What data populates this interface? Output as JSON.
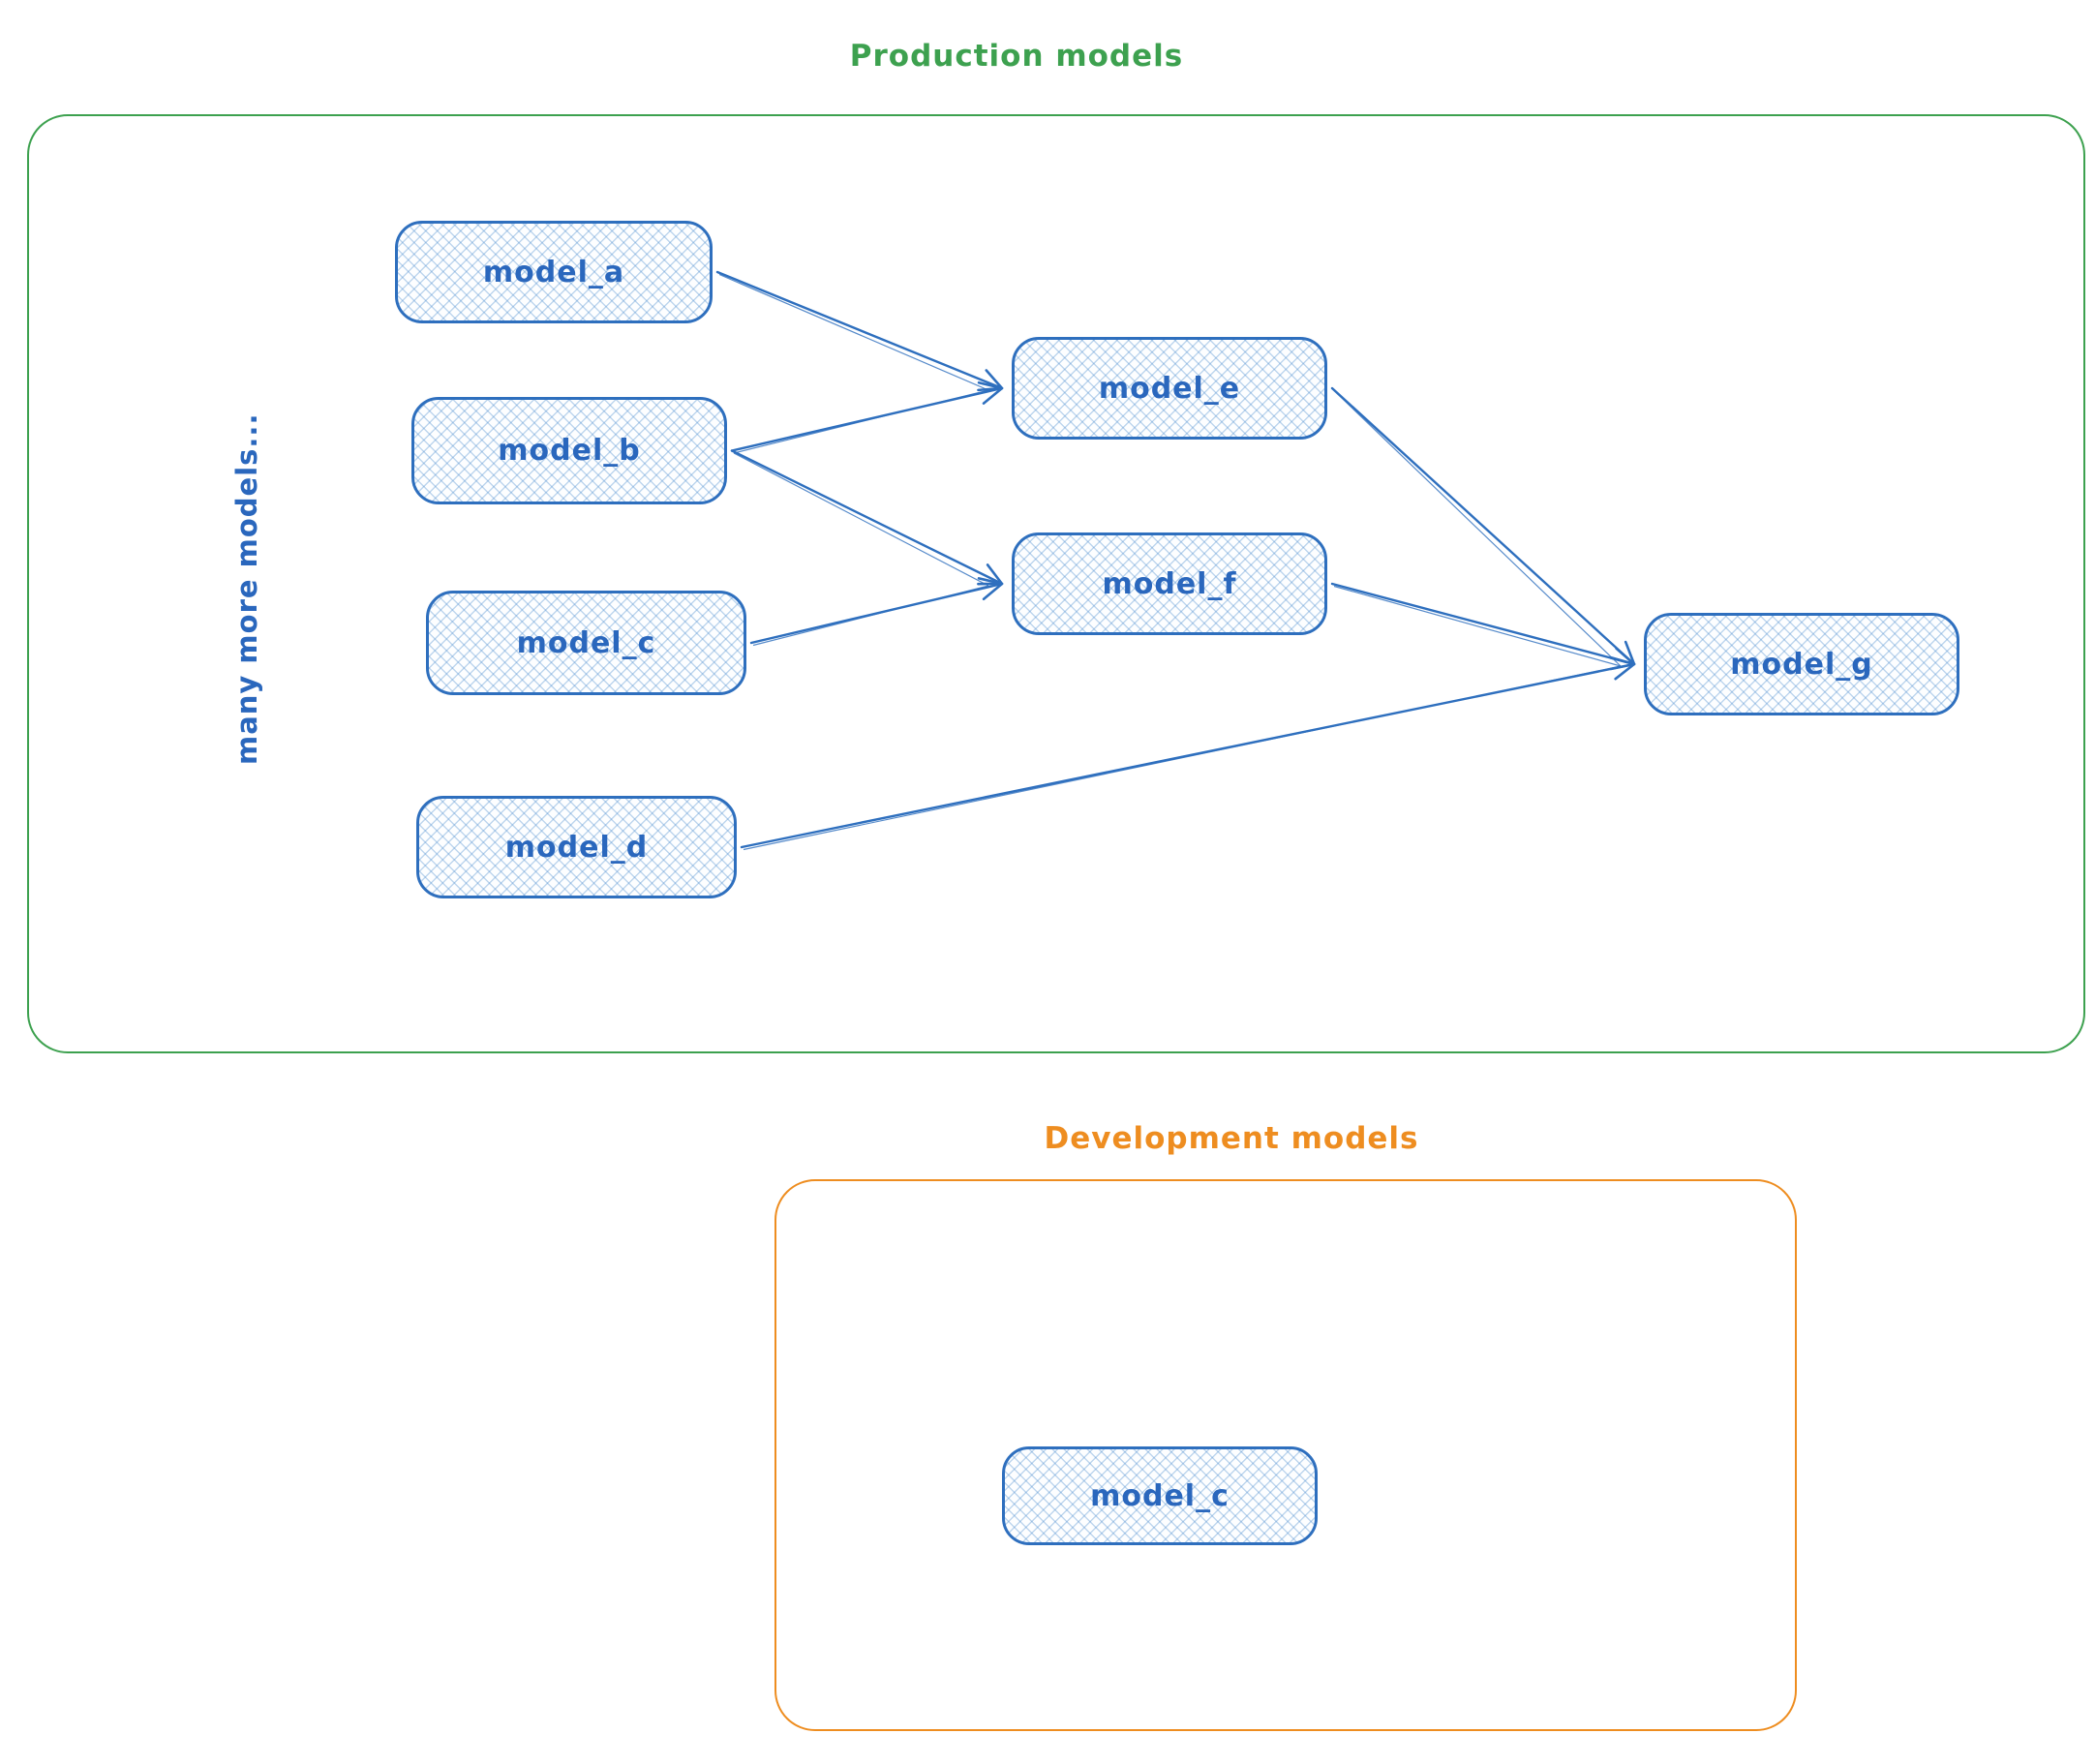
{
  "colors": {
    "node_stroke": "#2e6fbe",
    "node_label_text": "#2a67bd",
    "node_fill_hatch": "#bcd9f2",
    "production_accent": "#3da14f",
    "development_accent": "#ee8d20"
  },
  "production": {
    "title": "Production models",
    "side_note": "many more models..."
  },
  "development": {
    "title": "Development models"
  },
  "nodes": [
    {
      "id": "model_a",
      "label": "model_a",
      "group": "production"
    },
    {
      "id": "model_b",
      "label": "model_b",
      "group": "production"
    },
    {
      "id": "model_c",
      "label": "model_c",
      "group": "production"
    },
    {
      "id": "model_d",
      "label": "model_d",
      "group": "production"
    },
    {
      "id": "model_e",
      "label": "model_e",
      "group": "production"
    },
    {
      "id": "model_f",
      "label": "model_f",
      "group": "production"
    },
    {
      "id": "model_g",
      "label": "model_g",
      "group": "production"
    },
    {
      "id": "model_c_dev",
      "label": "model_c",
      "group": "development"
    }
  ],
  "edges": [
    {
      "from": "model_a",
      "to": "model_e"
    },
    {
      "from": "model_b",
      "to": "model_e"
    },
    {
      "from": "model_b",
      "to": "model_f"
    },
    {
      "from": "model_c",
      "to": "model_f"
    },
    {
      "from": "model_e",
      "to": "model_g"
    },
    {
      "from": "model_f",
      "to": "model_g"
    },
    {
      "from": "model_d",
      "to": "model_g"
    }
  ]
}
